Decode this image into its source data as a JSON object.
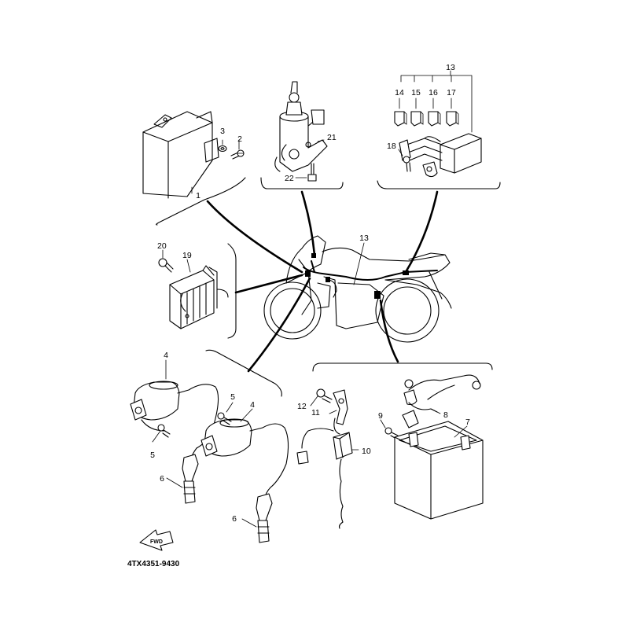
{
  "diagram": {
    "part_number": "4TX4351-9430",
    "fwd_label": "FWD",
    "callouts": {
      "c1": "1",
      "c2": "2",
      "c3": "3",
      "c4a": "4",
      "c4b": "4",
      "c5a": "5",
      "c5b": "5",
      "c6a": "6",
      "c6b": "6",
      "c7": "7",
      "c8": "8",
      "c9": "9",
      "c10": "10",
      "c11": "11",
      "c12": "12",
      "c13a": "13",
      "c13b": "13",
      "c14": "14",
      "c15": "15",
      "c16": "16",
      "c17": "17",
      "c18": "18",
      "c19": "19",
      "c20": "20",
      "c21": "21",
      "c22": "22"
    }
  }
}
